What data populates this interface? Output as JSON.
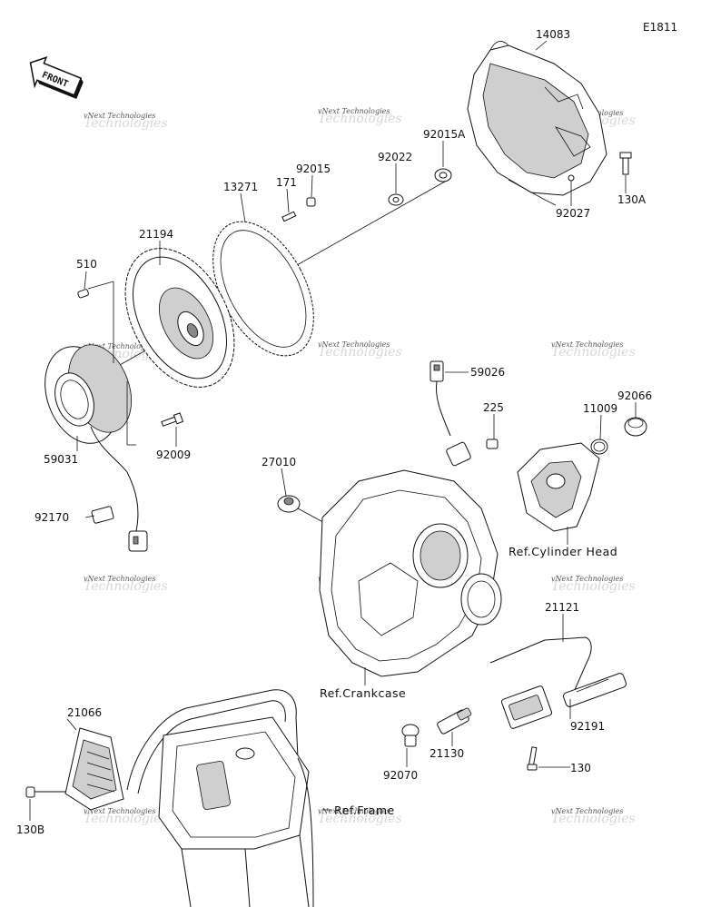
{
  "diagram_code": "E1811",
  "front_label": "FRONT",
  "parts": [
    {
      "id": "p14083",
      "number": "14083"
    },
    {
      "id": "p92015A",
      "number": "92015A"
    },
    {
      "id": "p92022",
      "number": "92022"
    },
    {
      "id": "p92015",
      "number": "92015"
    },
    {
      "id": "p171",
      "number": "171"
    },
    {
      "id": "p13271",
      "number": "13271"
    },
    {
      "id": "p21194",
      "number": "21194"
    },
    {
      "id": "p510",
      "number": "510"
    },
    {
      "id": "p130A",
      "number": "130A"
    },
    {
      "id": "p92027",
      "number": "92027"
    },
    {
      "id": "p59026",
      "number": "59026"
    },
    {
      "id": "p225",
      "number": "225"
    },
    {
      "id": "p92066",
      "number": "92066"
    },
    {
      "id": "p11009",
      "number": "11009"
    },
    {
      "id": "p59031",
      "number": "59031"
    },
    {
      "id": "p92009",
      "number": "92009"
    },
    {
      "id": "p27010",
      "number": "27010"
    },
    {
      "id": "p92170",
      "number": "92170"
    },
    {
      "id": "p21121",
      "number": "21121"
    },
    {
      "id": "p21066",
      "number": "21066"
    },
    {
      "id": "p92191",
      "number": "92191"
    },
    {
      "id": "p21130",
      "number": "21130"
    },
    {
      "id": "p92070",
      "number": "92070"
    },
    {
      "id": "p130",
      "number": "130"
    },
    {
      "id": "p130B",
      "number": "130B"
    }
  ],
  "references": {
    "cylinder_head": "Ref.Cylinder Head",
    "crankcase": "Ref.Crankcase",
    "frame": "Ref.Frame"
  },
  "watermark": {
    "text": "vNext Technologies",
    "ghost": "Technologies"
  }
}
